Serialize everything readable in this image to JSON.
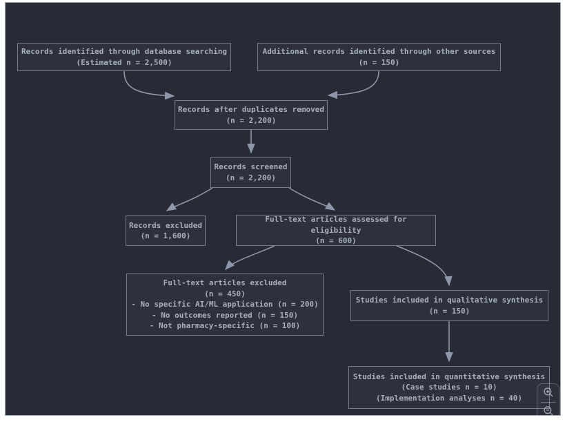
{
  "colors": {
    "canvas_bg": "#262b35",
    "box_bg": "#2c313c",
    "box_border": "#747e8e",
    "text": "#a7afbd",
    "arrow": "#8d97a9",
    "frame_border": "#a3abb2"
  },
  "boxes": [
    {
      "id": "identified",
      "lines": [
        "Records identified through database searching",
        "(Estimated n = 2,500)"
      ]
    },
    {
      "id": "additional",
      "lines": [
        "Additional records identified through other sources",
        "(n = 150)"
      ]
    },
    {
      "id": "duplicates",
      "lines": [
        "Records after duplicates removed",
        "(n = 2,200)"
      ]
    },
    {
      "id": "screened",
      "lines": [
        "Records screened",
        "(n = 2,200)"
      ]
    },
    {
      "id": "excluded",
      "lines": [
        "Records excluded",
        "(n = 1,600)"
      ]
    },
    {
      "id": "fulltext_assessed",
      "lines": [
        "Full-text articles assessed for eligibility",
        "(n = 600)"
      ]
    },
    {
      "id": "fulltext_excluded",
      "lines": [
        "Full-text articles excluded",
        "(n = 450)",
        "- No specific AI/ML application (n = 200)",
        "- No outcomes reported (n = 150)",
        "- Not pharmacy-specific (n = 100)"
      ]
    },
    {
      "id": "qualitative",
      "lines": [
        "Studies included in qualitative synthesis",
        "(n = 150)"
      ]
    },
    {
      "id": "quantitative",
      "lines": [
        "Studies included in quantitative synthesis",
        "(Case studies n = 10)",
        "(Implementation analyses n = 40)"
      ]
    }
  ],
  "zoom_controls": {
    "zoom_in_icon": "magnifier-plus",
    "zoom_out_icon": "magnifier-minus"
  }
}
